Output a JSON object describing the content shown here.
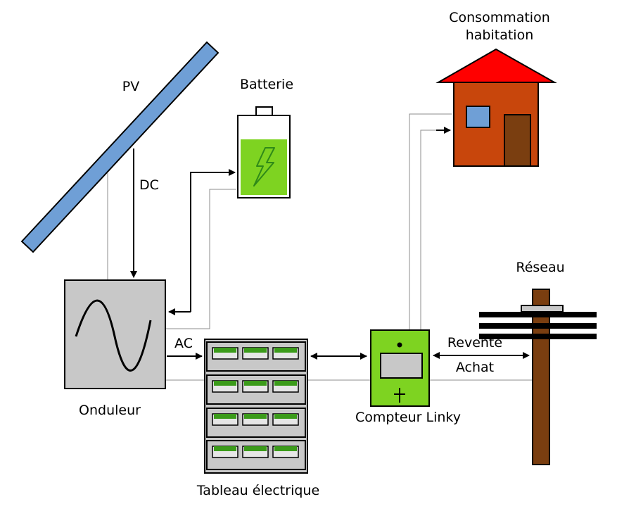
{
  "labels": {
    "pv": "PV",
    "dc": "DC",
    "ac": "AC",
    "batterie": "Batterie",
    "consommation_line1": "Consommation",
    "consommation_line2": "habitation",
    "reseau": "Réseau",
    "onduleur": "Onduleur",
    "tableau": "Tableau électrique",
    "compteur": "Compteur Linky",
    "revente": "Revente",
    "achat": "Achat"
  },
  "colors": {
    "panel": "#6f9fd6",
    "inverter": "#c8c8c8",
    "battery": "#7ed321",
    "roof": "#ff0000",
    "house": "#c8460c",
    "pole": "#7a3e10",
    "meter": "#7ed321",
    "breaker": "#3b9b1a"
  }
}
